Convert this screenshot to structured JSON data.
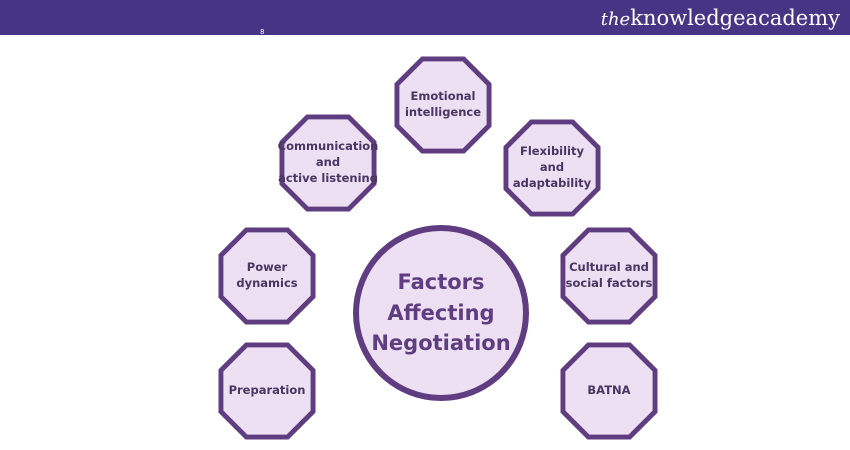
{
  "header": {
    "brand_prefix": "the",
    "brand_name": "knowledgeacademy",
    "stray_mark": "8"
  },
  "diagram": {
    "center": "Factors\nAffecting\nNegotiation",
    "factors": [
      "Emotional\nintelligence",
      "Communication\nand\nactive listening",
      "Flexibility and\nadaptability",
      "Power\ndynamics",
      "Cultural and\nsocial factors",
      "Preparation",
      "BATNA"
    ]
  },
  "colors": {
    "header_bg": "#473485",
    "octagon_fill": "#ece0f2",
    "octagon_stroke": "#5f3d80",
    "text": "#4a3563"
  }
}
